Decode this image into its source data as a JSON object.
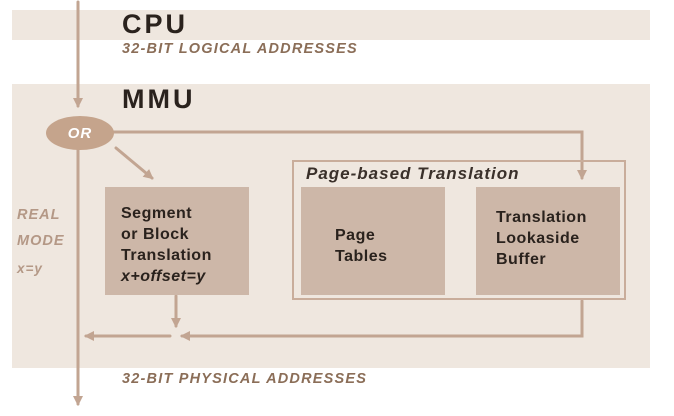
{
  "cpu": {
    "title": "CPU",
    "logical_addresses": "32-BIT LOGICAL ADDRESSES"
  },
  "mmu": {
    "title": "MMU",
    "or_label": "OR",
    "real_mode": {
      "line1": "REAL",
      "line2": "MODE",
      "line3": "x=y"
    },
    "segment_box": {
      "line1": "Segment",
      "line2": "or Block",
      "line3": "Translation",
      "formula": "x+offset=y"
    },
    "page_based": {
      "heading": "Page-based Translation",
      "page_tables": {
        "line1": "Page",
        "line2": "Tables"
      },
      "tlb": {
        "line1": "Translation",
        "line2": "Lookaside",
        "line3": "Buffer"
      }
    }
  },
  "physical_addresses": "32-BIT PHYSICAL ADDRESSES",
  "colors": {
    "band": "#efe7df",
    "box": "#cdb7a8",
    "arrow": "#c2a592",
    "or_fill": "#c5a48c",
    "accent_text": "#8b6e58",
    "dark_text": "#2a221d"
  }
}
